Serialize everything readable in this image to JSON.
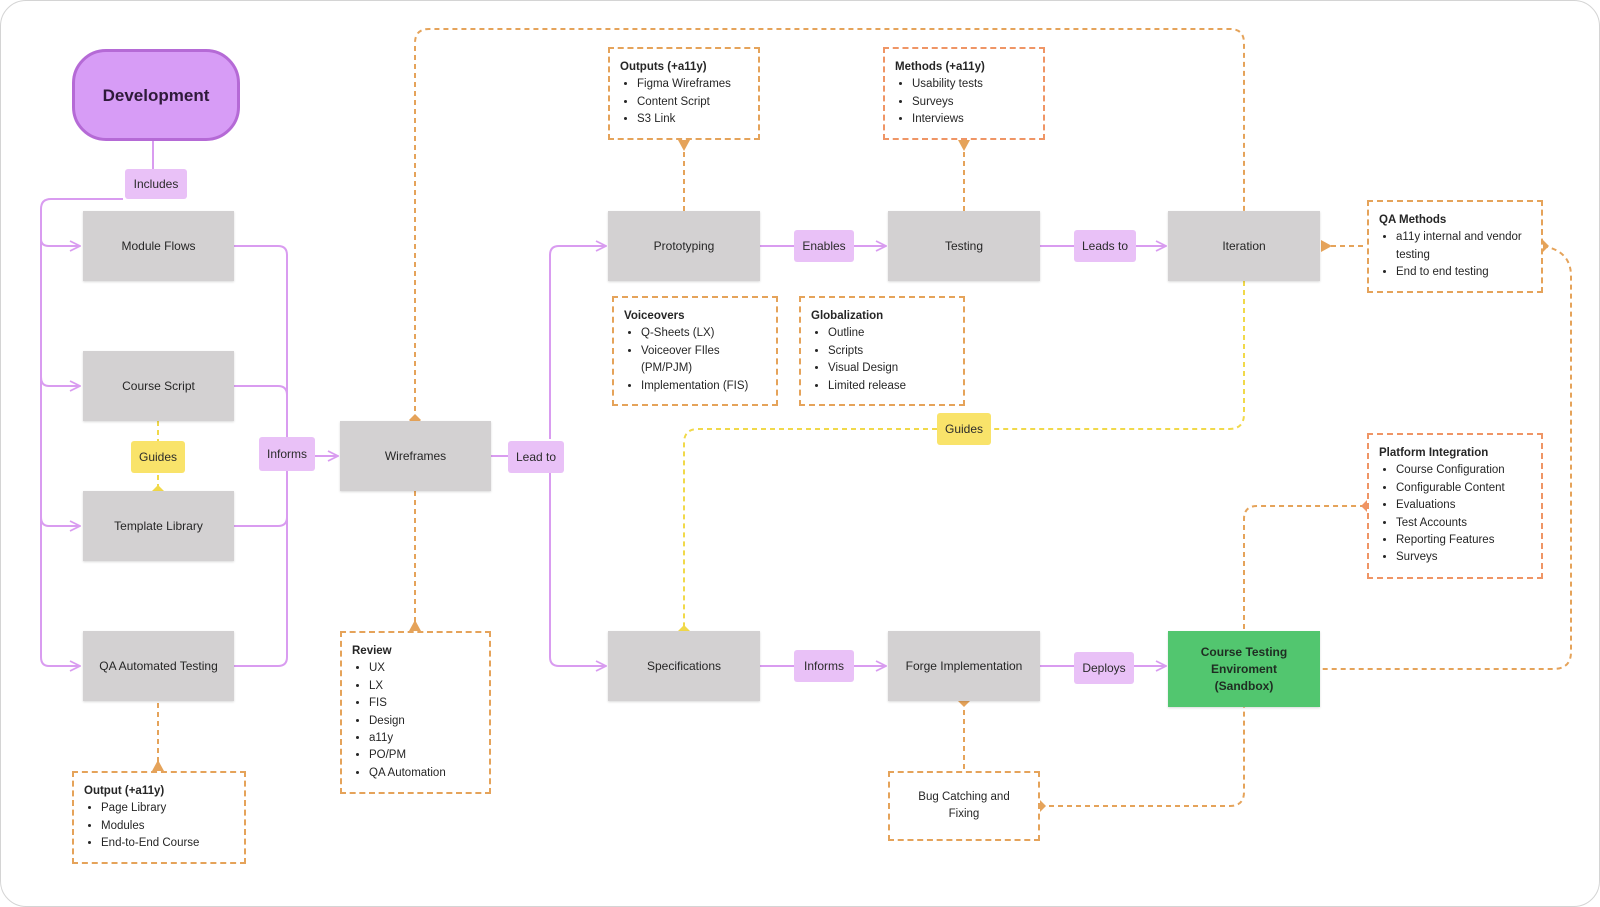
{
  "diagram": {
    "start": {
      "label": "Development"
    },
    "nodes": {
      "module_flows": "Module Flows",
      "course_script": "Course Script",
      "template_library": "Template Library",
      "qa_automated_testing": "QA Automated Testing",
      "wireframes": "Wireframes",
      "prototyping": "Prototyping",
      "testing": "Testing",
      "iteration": "Iteration",
      "specifications": "Specifications",
      "forge_implementation": "Forge Implementation",
      "course_testing_env": "Course Testing Enviroment (Sandbox)"
    },
    "edge_labels": {
      "includes": "Includes",
      "guides_template": "Guides",
      "informs_wireframes": "Informs",
      "lead_to": "Lead to",
      "enables": "Enables",
      "leads_to": "Leads to",
      "guides_iteration": "Guides",
      "informs_forge": "Informs",
      "deploys": "Deploys"
    },
    "notes": {
      "outputs_proto": {
        "title": "Outputs (+a11y)",
        "items": [
          "Figma Wireframes",
          "Content Script",
          "S3 Link"
        ]
      },
      "methods_testing": {
        "title": "Methods (+a11y)",
        "items": [
          "Usability tests",
          "Surveys",
          "Interviews"
        ]
      },
      "qa_methods": {
        "title": "QA Methods",
        "items": [
          "a11y internal and vendor testing",
          "End to end testing"
        ]
      },
      "voiceovers": {
        "title": "Voiceovers",
        "items": [
          "Q-Sheets (LX)",
          "Voiceover FIles (PM/PJM)",
          "Implementation (FIS)"
        ]
      },
      "globalization": {
        "title": "Globalization",
        "items": [
          "Outline",
          "Scripts",
          "Visual Design",
          "Limited release"
        ]
      },
      "platform_integration": {
        "title": "Platform Integration",
        "items": [
          "Course Configuration",
          "Configurable Content",
          "Evaluations",
          "Test Accounts",
          "Reporting Features",
          "Surveys"
        ]
      },
      "review": {
        "title": "Review",
        "items": [
          "UX",
          "LX",
          "FIS",
          "Design",
          "a11y",
          "PO/PM",
          "QA Automation"
        ]
      },
      "output_dev": {
        "title": "Output (+a11y)",
        "items": [
          "Page Library",
          "Modules",
          "End-to-End Course"
        ]
      },
      "bug_catching": {
        "label": "Bug Catching and Fixing"
      }
    },
    "colors": {
      "flow_line": "#d99cf0",
      "dashed_orange": "#e5a35a",
      "dashed_yellow": "#f1d94a",
      "node_gray": "#d3d1d2",
      "node_green": "#52c66f",
      "start_fill": "#d79cf6",
      "tag_purple": "#e9c1f7",
      "tag_yellow": "#f9e36a"
    }
  }
}
